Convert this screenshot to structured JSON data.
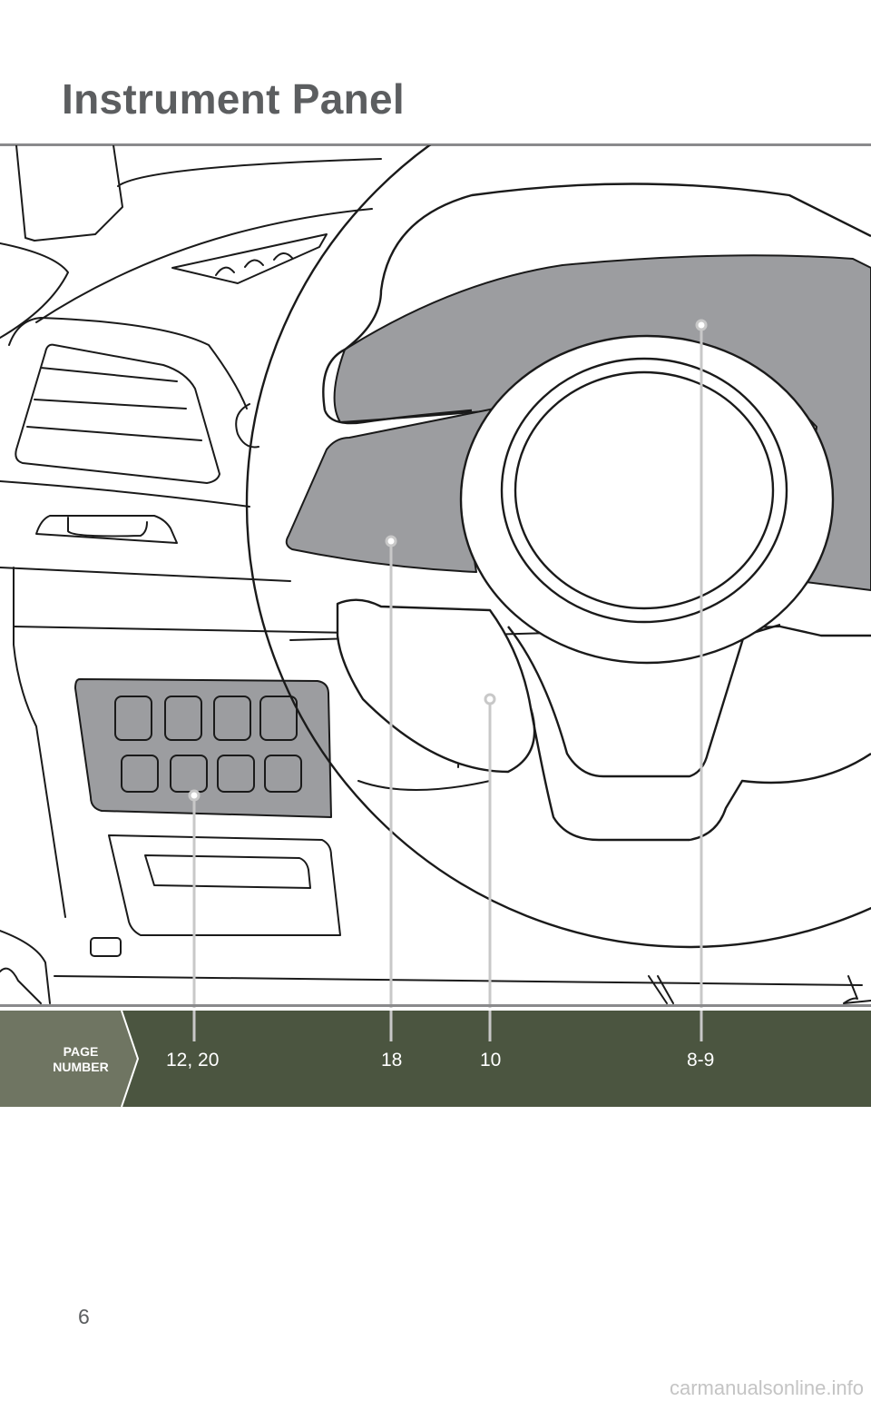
{
  "header": {
    "title": "Instrument Panel"
  },
  "band": {
    "label_line1": "PAGE",
    "label_line2": "NUMBER",
    "bg_color": "#4b5540",
    "label_bg_color": "#6f7562"
  },
  "callouts": [
    {
      "id": "switch-panel",
      "page_ref": "12, 20"
    },
    {
      "id": "steering-wheel-controls",
      "page_ref": "18"
    },
    {
      "id": "steering-column-switch",
      "page_ref": "10"
    },
    {
      "id": "instrument-cluster",
      "page_ref": "8-9"
    }
  ],
  "footer": {
    "page_number": "6",
    "watermark": "carmanualsonline.info"
  },
  "colors": {
    "highlight": "#9c9da0",
    "line": "#1a1a1a",
    "leader": "#c8c8c8"
  }
}
